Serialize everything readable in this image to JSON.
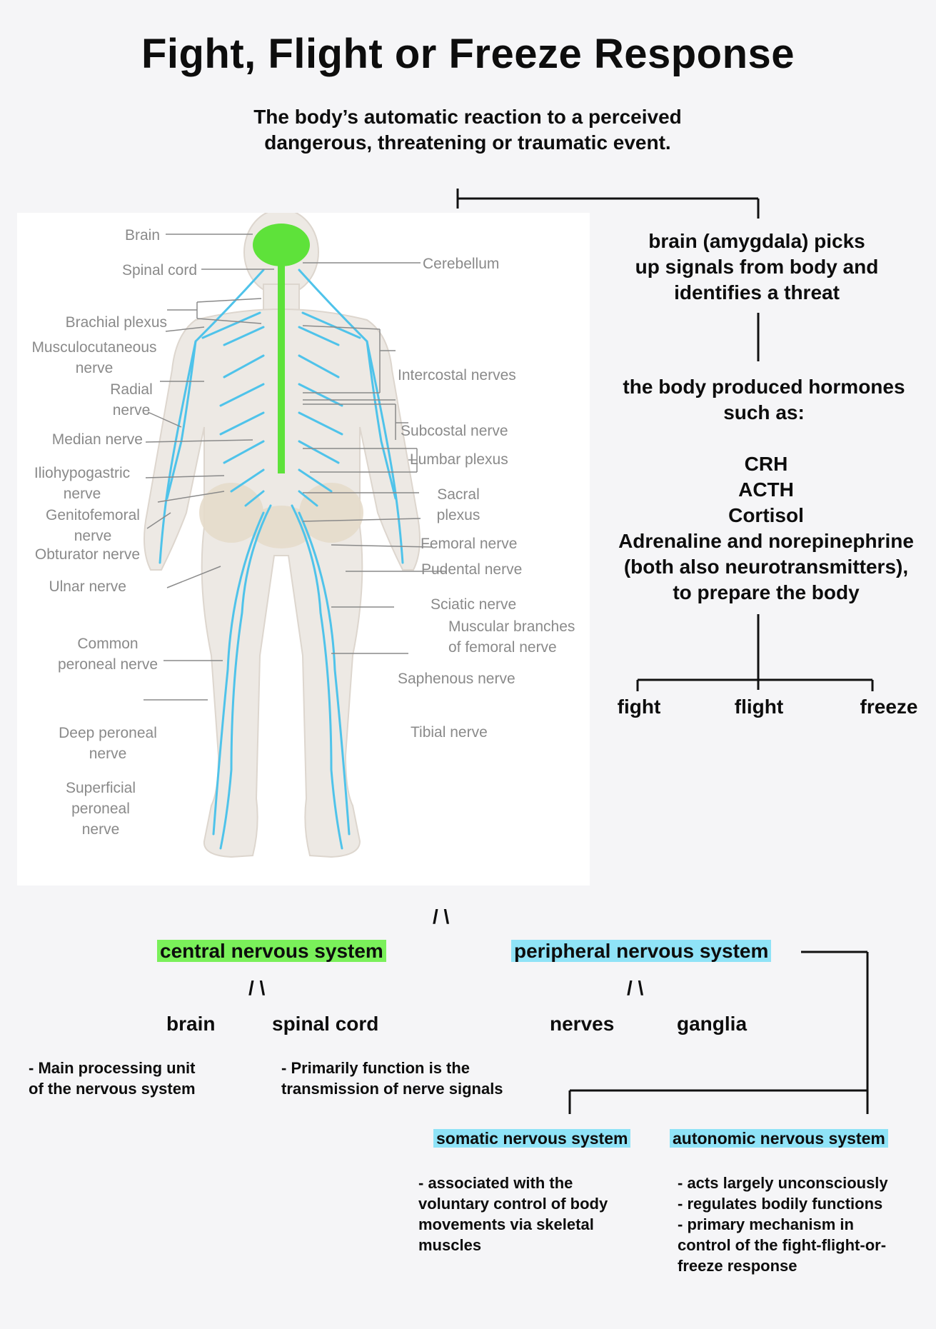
{
  "title": "Fight, Flight or Freeze Response",
  "subtitle": [
    "The body’s automatic reaction to a perceived",
    "dangerous, threatening or traumatic event."
  ],
  "flow": {
    "step1": [
      "brain (amygdala) picks",
      "up signals from body and",
      "identifies a threat"
    ],
    "step2": [
      "the body produced hormones",
      "such as:"
    ],
    "hormones": [
      "CRH",
      "ACTH",
      "Cortisol",
      "Adrenaline and norepinephrine",
      "(both also neurotransmitters),",
      "to prepare the body"
    ],
    "responses": [
      "fight",
      "flight",
      "freeze"
    ]
  },
  "diagram_labels": {
    "brain": "Brain",
    "spinal_cord": "Spinal cord",
    "brachial_plexus": "Brachial plexus",
    "musculocutaneous": [
      "Musculocutaneous",
      "nerve"
    ],
    "radial": [
      "Radial",
      "nerve"
    ],
    "median": "Median nerve",
    "iliohypogastric": [
      "Iliohypogastric",
      "nerve"
    ],
    "genitofemoral": [
      "Genitofemoral",
      "nerve"
    ],
    "obturator": "Obturator nerve",
    "ulnar": "Ulnar nerve",
    "common_peroneal": [
      "Common",
      "peroneal nerve"
    ],
    "deep_peroneal": [
      "Deep peroneal",
      "nerve"
    ],
    "superficial_peroneal": [
      "Superficial",
      "peroneal",
      "nerve"
    ],
    "cerebellum": "Cerebellum",
    "intercostal": "Intercostal nerves",
    "subcostal": "Subcostal nerve",
    "lumbar": "Lumbar plexus",
    "sacral": [
      "Sacral",
      "plexus"
    ],
    "femoral": "Femoral nerve",
    "pudental": "Pudental nerve",
    "sciatic": "Sciatic nerve",
    "muscular_femoral": [
      "Muscular branches",
      "of femoral nerve"
    ],
    "saphenous": "Saphenous nerve",
    "tibial": "Tibial nerve"
  },
  "split_slashes": "/     \\",
  "cns": {
    "label": "central nervous system",
    "parts": [
      "brain",
      "spinal cord"
    ],
    "brain_note": "- Main processing unit\nof the nervous system",
    "cord_note": "- Primarily function is the\ntransmission of nerve signals"
  },
  "pns": {
    "label": "peripheral nervous system",
    "parts": [
      "nerves",
      "ganglia"
    ],
    "somatic": {
      "label": "somatic nervous system",
      "note": "- associated with the\nvoluntary control of body\nmovements via skeletal\nmuscles"
    },
    "autonomic": {
      "label": "autonomic nervous system",
      "note": "- acts largely unconsciously\n- regulates bodily functions\n- primary mechanism in\ncontrol of the fight-flight-or-\nfreeze response"
    }
  },
  "colors": {
    "cns_highlight": "#7af05a",
    "pns_highlight": "#8fe3f7",
    "nerve": "#4fc3ea",
    "spine": "#5ee23a",
    "body": "#ede9e4"
  }
}
